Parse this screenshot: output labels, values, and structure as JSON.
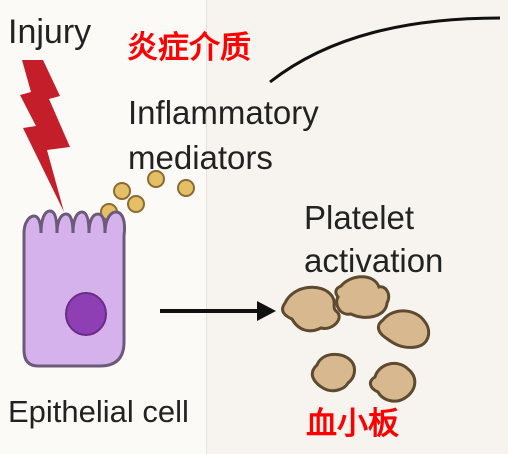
{
  "labels": {
    "injury": "Injury",
    "inflammatory_mediators_cn": "炎症介质",
    "inflammatory_mediators": "Inflammatory mediators",
    "platelet_activation": "Platelet activation",
    "epithelial_cell": "Epithelial cell",
    "platelet_cn": "血小板"
  },
  "colors": {
    "lightning": "#c41e2a",
    "cell_fill": "#d6b2ec",
    "cell_stroke": "#6c5a7a",
    "nucleus": "#8e3fb4",
    "mediator_fill": "#e5bf66",
    "mediator_stroke": "#8c6a34",
    "platelet_fill": "#d8b98f",
    "platelet_stroke": "#5d4a2f",
    "arrow": "#111111",
    "chinese_text": "#ff0000"
  },
  "icons": {
    "lightning": "injury-lightning-icon",
    "cell": "epithelial-cell-icon",
    "platelet": "platelet-icon"
  }
}
